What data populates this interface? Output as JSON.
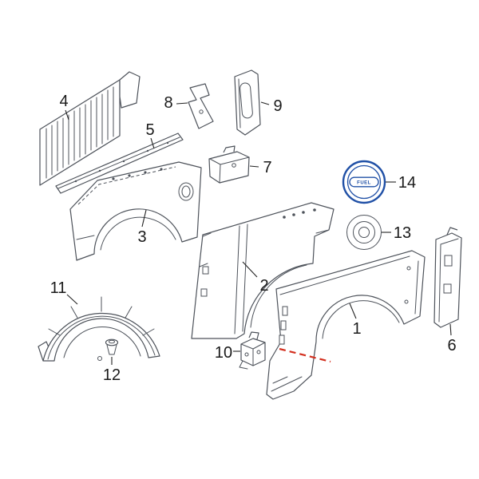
{
  "diagram": {
    "type": "automotive-parts-exploded-diagram",
    "subject": "quarter panel components",
    "fuel_door_label": "FUEL",
    "labels": {
      "p1": "1",
      "p2": "2",
      "p3": "3",
      "p4": "4",
      "p5": "5",
      "p6": "6",
      "p7": "7",
      "p8": "8",
      "p9": "9",
      "p10": "10",
      "p11": "11",
      "p12": "12",
      "p13": "13",
      "p14": "14"
    },
    "colors": {
      "background": "#ffffff",
      "line_art": "#4d525a",
      "callout_text": "#1a1a1a",
      "highlight_blue": "#2050a6",
      "dashed_red": "#d32f1e"
    }
  }
}
